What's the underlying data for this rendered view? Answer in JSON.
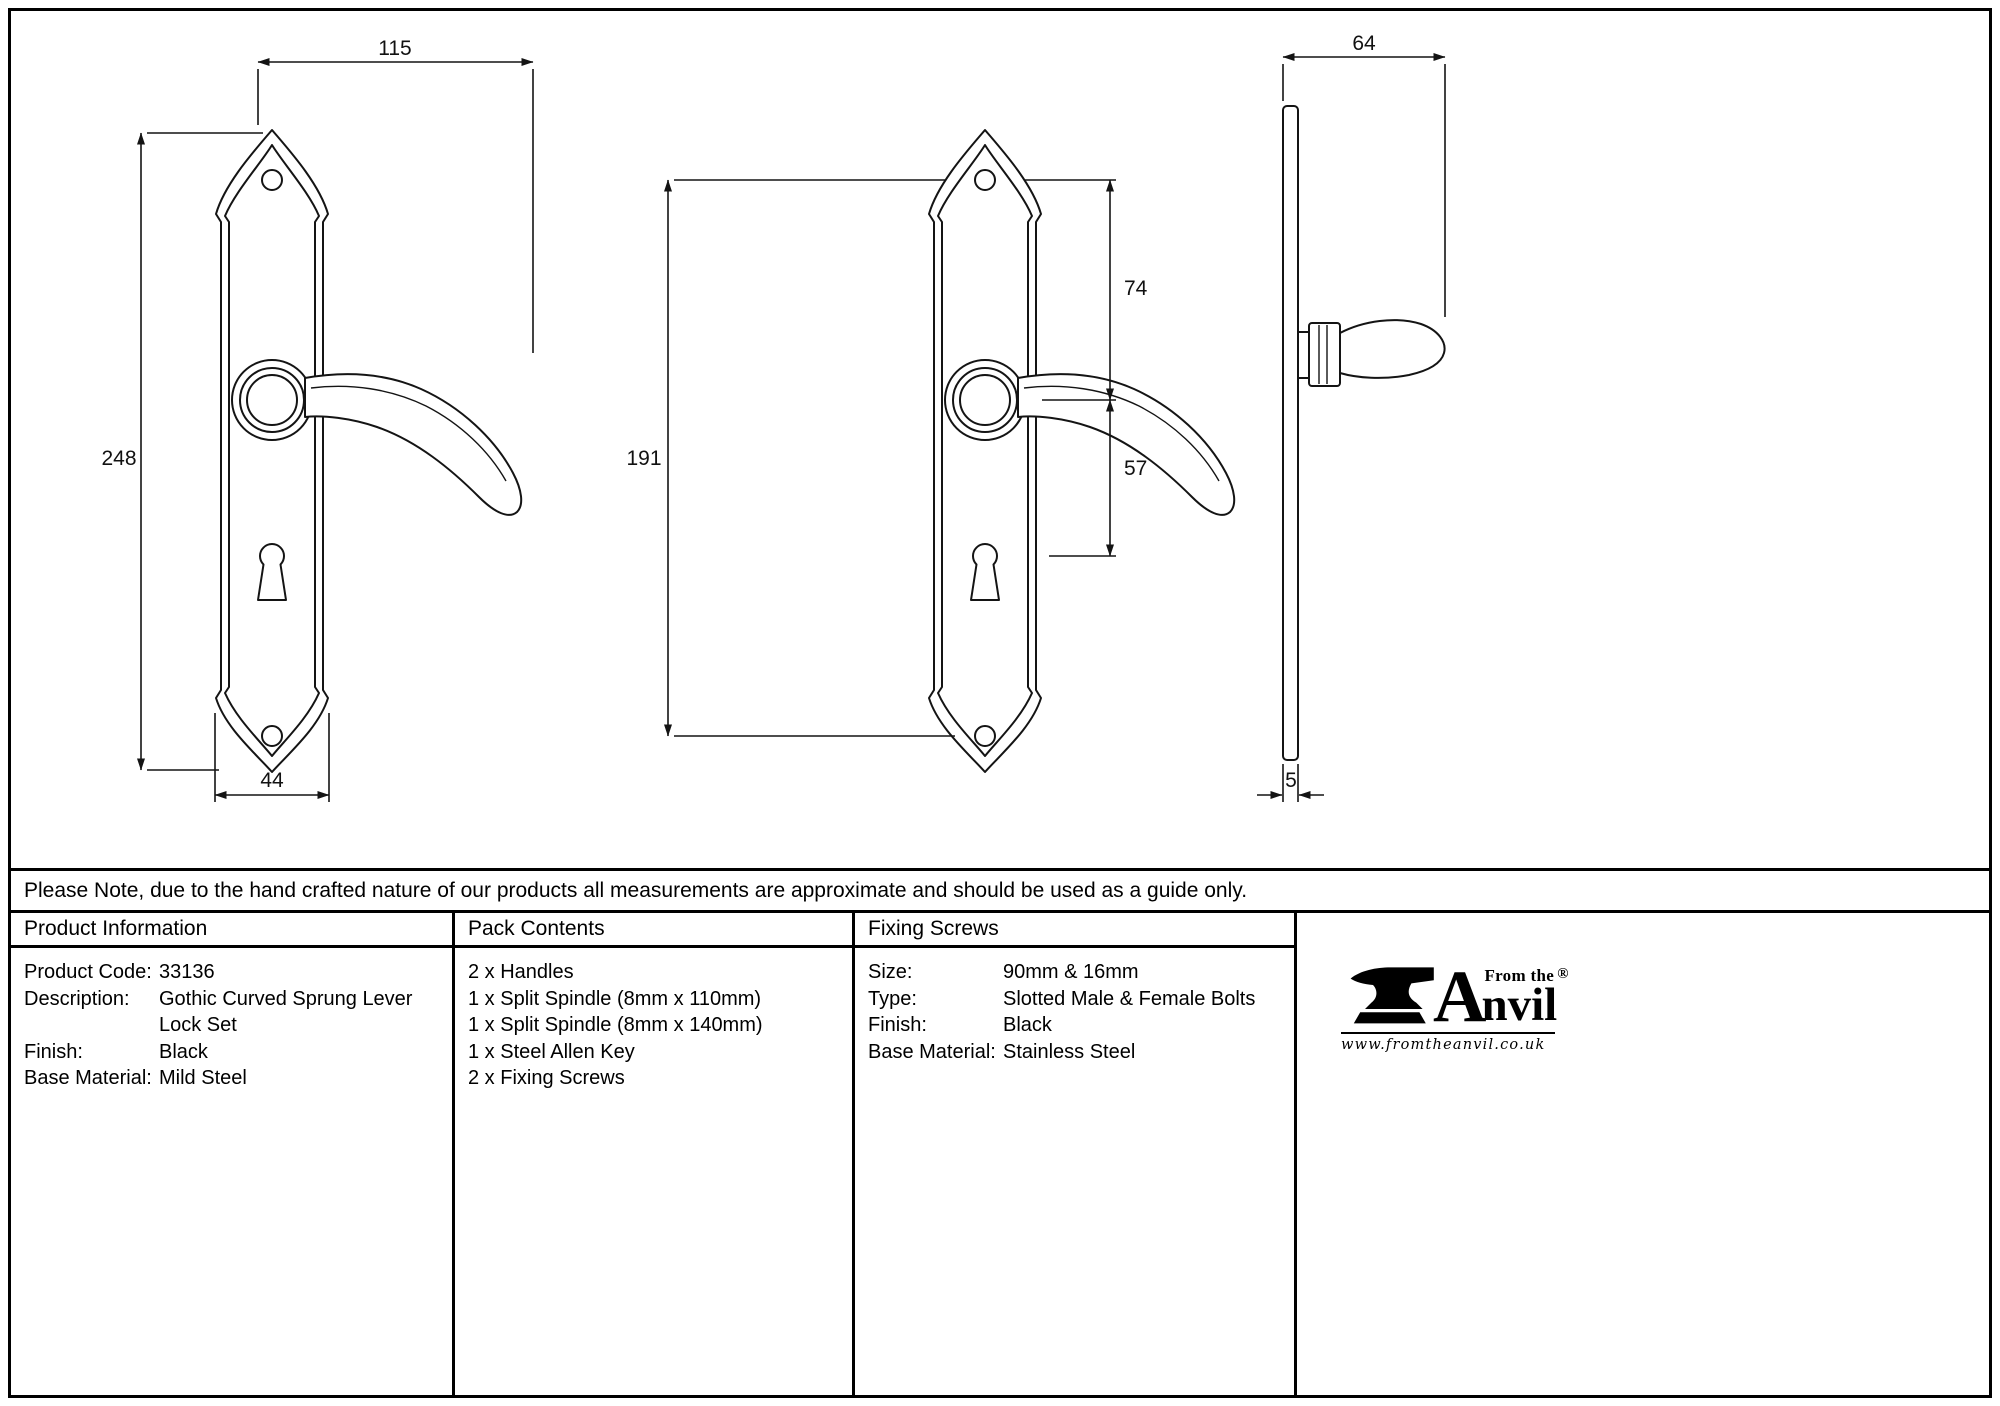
{
  "note": "Please Note, due to the hand crafted nature of our products all measurements are approximate and should be used as a guide only.",
  "drawings": {
    "front": {
      "overall_width": "115",
      "height": "248",
      "plate_width": "44"
    },
    "middle": {
      "fixing_centres": "191",
      "top_hole_to_spindle": "74",
      "spindle_to_keyhole": "57"
    },
    "side": {
      "projection": "64",
      "plate_thickness": "5"
    }
  },
  "table": {
    "product_information": {
      "header": "Product Information",
      "rows": [
        {
          "label": "Product Code:",
          "value": "33136"
        },
        {
          "label": "Description:",
          "value": "Gothic Curved Sprung Lever Lock Set"
        },
        {
          "label": "Finish:",
          "value": "Black"
        },
        {
          "label": "Base Material:",
          "value": "Mild Steel"
        }
      ]
    },
    "pack_contents": {
      "header": "Pack Contents",
      "items": [
        "2 x Handles",
        "1 x Split Spindle (8mm x 110mm)",
        "1 x Split Spindle (8mm x 140mm)",
        "1 x Steel Allen Key",
        "2 x Fixing Screws"
      ]
    },
    "fixing_screws": {
      "header": "Fixing Screws",
      "rows": [
        {
          "label": "Size:",
          "value": "90mm & 16mm"
        },
        {
          "label": "Type:",
          "value": "Slotted Male & Female Bolts"
        },
        {
          "label": "Finish:",
          "value": "Black"
        },
        {
          "label": "Base Material:",
          "value": "Stainless Steel"
        }
      ]
    }
  },
  "logo": {
    "tagline": "From the",
    "name_initial": "A",
    "name_rest": "nvil",
    "registered": "®",
    "website": "www.fromtheanvil.co.uk"
  },
  "colors": {
    "line": "#141414",
    "border": "#000000",
    "background": "#ffffff"
  }
}
